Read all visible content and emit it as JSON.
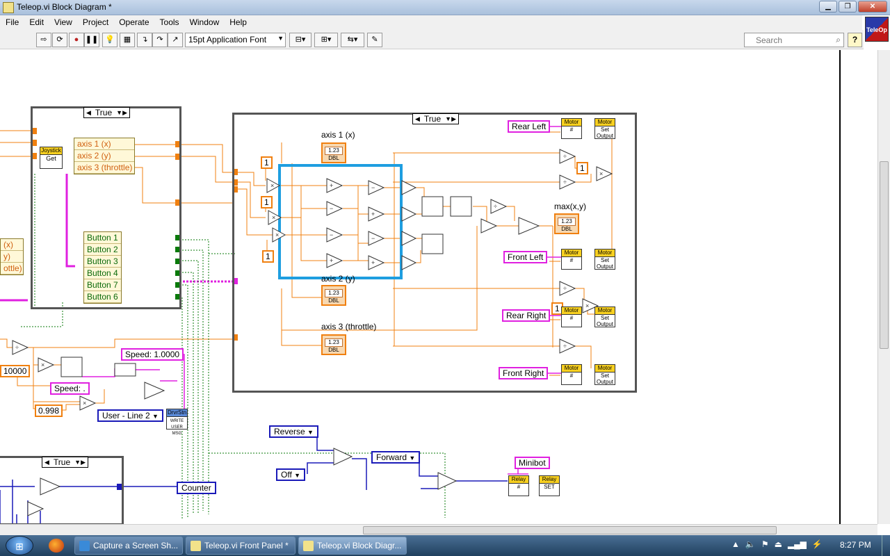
{
  "window": {
    "title": "Teleop.vi Block Diagram *"
  },
  "menu": [
    "File",
    "Edit",
    "View",
    "Project",
    "Operate",
    "Tools",
    "Window",
    "Help"
  ],
  "toolbar": {
    "font": "15pt Application Font",
    "search_placeholder": "Search",
    "help": "?"
  },
  "vi_icon": "TeleOp",
  "case_left": {
    "selector": "True",
    "cluster_get": "Get",
    "cluster_type": "Joystick",
    "axes": [
      "axis 1 (x)",
      "axis 2 (y)",
      "axis 3 (throttle)"
    ],
    "buttons": [
      "Button 1",
      "Button 2",
      "Button 3",
      "Button 4",
      "Button 7",
      "Button 6"
    ]
  },
  "offscreen_left": [
    "(x)",
    "y)",
    "ottle)"
  ],
  "case_main": {
    "selector": "True",
    "constants": [
      "1",
      "1",
      "1",
      "1",
      "1"
    ],
    "indicators": [
      "axis 1 (x)",
      "axis 2 (y)",
      "axis 3 (throttle)",
      "max(x,y)"
    ],
    "indicator_value": "1.23",
    "indicator_type": "DBL",
    "motors": [
      "Rear Left",
      "Front Left",
      "Rear Right",
      "Front Right"
    ],
    "motor_vi": "Motor",
    "set_output": "Set Output"
  },
  "speed_control": "Speed: 1.0000",
  "speed_label": "Speed: .",
  "const_10000": "10000",
  "const_0998": "0.998",
  "user_line": "User - Line 2",
  "drvr_vi": {
    "header": "DrvrStn",
    "body": "WRITE USER MSG"
  },
  "counter": "Counter",
  "case_bottom": {
    "selector": "True"
  },
  "relay": {
    "reverse": "Reverse",
    "off": "Off",
    "forward": "Forward",
    "minibot": "Minibot",
    "vi": "Relay",
    "set": "SET"
  },
  "taskbar": {
    "start": "⊞",
    "tasks": [
      "Capture a Screen Sh...",
      "Teleop.vi Front Panel *",
      "Teleop.vi Block Diagr..."
    ],
    "clock": "8:27 PM"
  }
}
